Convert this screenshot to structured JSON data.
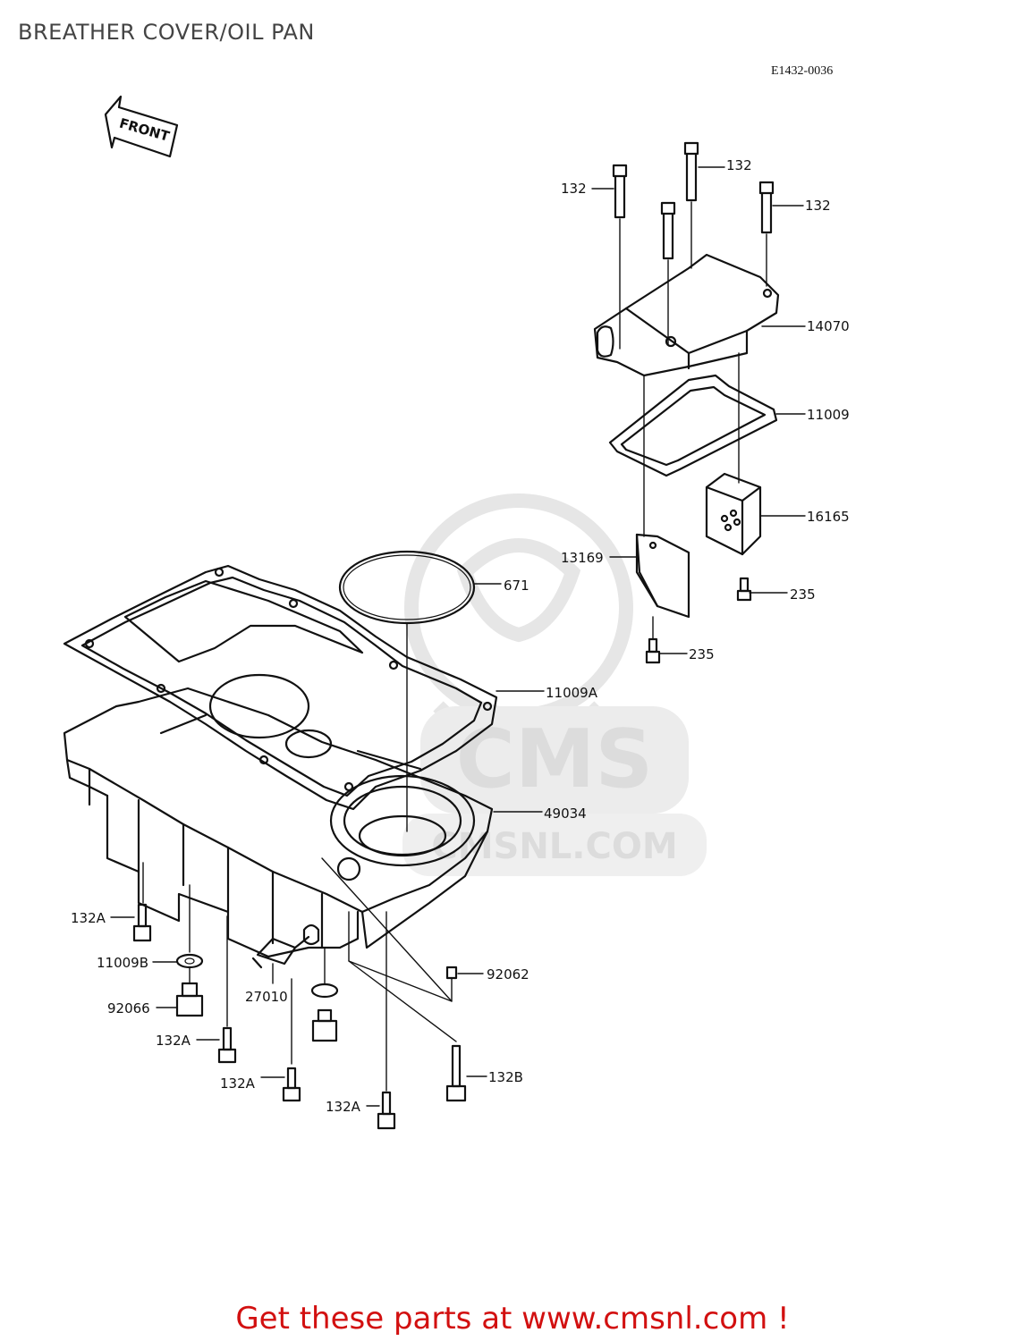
{
  "title": "BREATHER COVER/OIL PAN",
  "diagram_code": "E1432-0036",
  "front_arrow_label": "FRONT",
  "watermark_text": "CMS",
  "watermark_url": "CMSNL.COM",
  "footer": "Get these parts at www.cmsnl.com !",
  "parts": {
    "p132_a": "132",
    "p132_b": "132",
    "p132_c": "132",
    "p14070": "14070",
    "p11009": "11009",
    "p16165": "16165",
    "p13169": "13169",
    "p235_a": "235",
    "p235_b": "235",
    "p671": "671",
    "p11009A": "11009A",
    "p49034": "49034",
    "p132A_1": "132A",
    "p11009B": "11009B",
    "p92066": "92066",
    "p27010": "27010",
    "p92062": "92062",
    "p132A_2": "132A",
    "p132A_3": "132A",
    "p132A_4": "132A",
    "p132B": "132B"
  }
}
